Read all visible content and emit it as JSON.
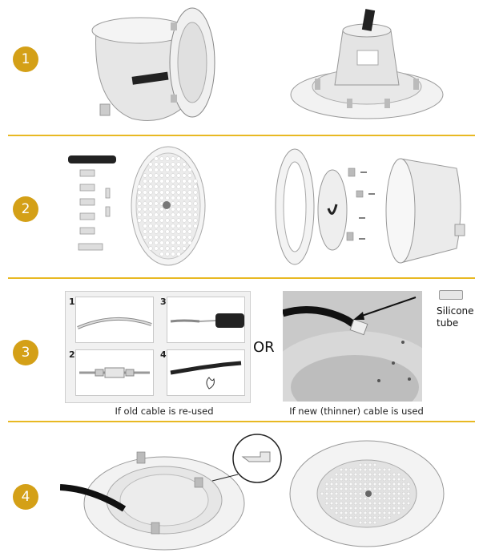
{
  "steps": [
    {
      "number": "1"
    },
    {
      "number": "2"
    },
    {
      "number": "3"
    },
    {
      "number": "4"
    }
  ],
  "step3": {
    "or_label": "OR",
    "subpanels": [
      "1",
      "2",
      "3",
      "4"
    ],
    "caption_old": "If old cable is re-used",
    "caption_new": "If new (thinner) cable is used",
    "silicone_line1": "Silicone",
    "silicone_line2": "tube"
  },
  "colors": {
    "accent": "#d4a017",
    "divider": "#e8b923"
  }
}
